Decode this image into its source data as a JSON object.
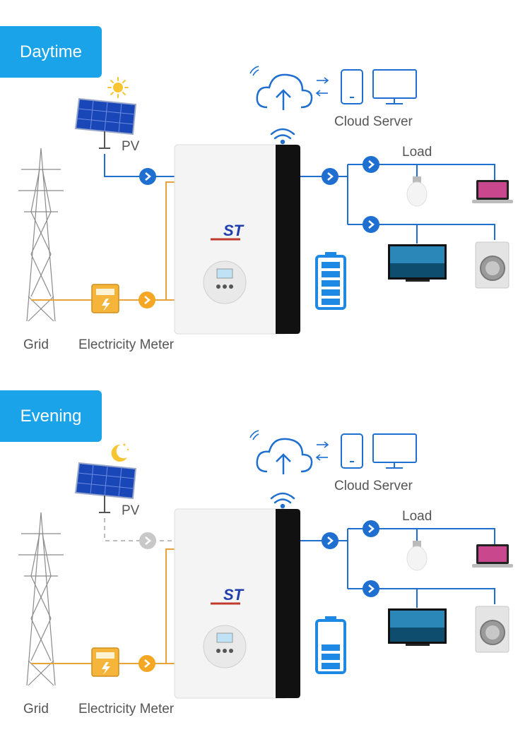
{
  "colors": {
    "badge": "#1aa3e8",
    "line_blue": "#1e6fd0",
    "line_orange": "#e8a33a",
    "line_inactive": "#bdbdbd",
    "inverter_body": "#f4f4f4",
    "inverter_front": "#111111",
    "logo": "#1f3fae"
  },
  "panels": [
    {
      "mode_label": "Daytime",
      "sky_icon": "sun-icon",
      "pv_active": true,
      "battery_level": 1.0,
      "labels": {
        "pv": "PV",
        "grid": "Grid",
        "meter": "Electricity Meter",
        "cloud": "Cloud Server",
        "load": "Load"
      }
    },
    {
      "mode_label": "Evening",
      "sky_icon": "moon-icon",
      "pv_active": false,
      "battery_level": 0.6,
      "labels": {
        "pv": "PV",
        "grid": "Grid",
        "meter": "Electricity Meter",
        "cloud": "Cloud Server",
        "load": "Load"
      }
    }
  ]
}
